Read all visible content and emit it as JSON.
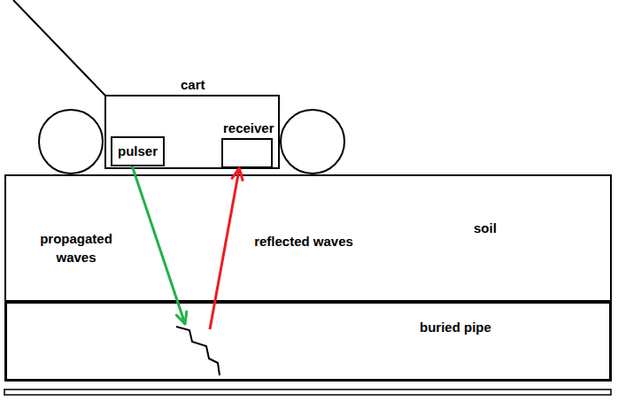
{
  "diagram": {
    "nodes": [
      {
        "text": [
          "cart"
        ]
      },
      {
        "text": [
          "pulser"
        ],
        "in": 0
      },
      {
        "text": [
          "receiver"
        ],
        "in": 0
      },
      {
        "text": [
          "soil"
        ]
      },
      {
        "text": [
          "buried pipe"
        ]
      }
    ],
    "edges": [
      {
        "from": 1,
        "to": 4,
        "arrow": "to",
        "label": "propagated waves"
      },
      {
        "from": 4,
        "to": 2,
        "arrow": "to",
        "label": "reflected waves"
      }
    ]
  }
}
